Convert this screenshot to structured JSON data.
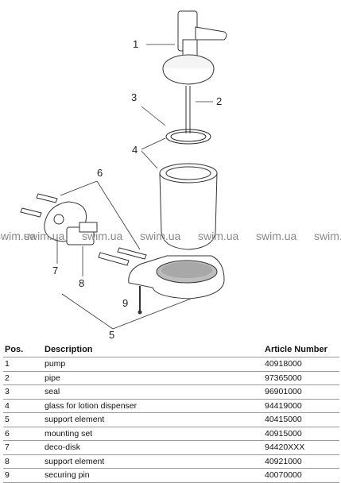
{
  "callouts": {
    "c1": "1",
    "c2": "2",
    "c3": "3",
    "c4": "4",
    "c5": "5",
    "c6": "6",
    "c7": "7",
    "c8": "8",
    "c9": "9"
  },
  "watermark": "swim.ua",
  "table": {
    "headers": {
      "pos": "Pos.",
      "description": "Description",
      "article": "Article Number"
    },
    "rows": [
      {
        "pos": "1",
        "description": "pump",
        "article": "40918000"
      },
      {
        "pos": "2",
        "description": "pipe",
        "article": "97365000"
      },
      {
        "pos": "3",
        "description": "seal",
        "article": "96901000"
      },
      {
        "pos": "4",
        "description": "glass for lotion dispenser",
        "article": "94419000"
      },
      {
        "pos": "5",
        "description": "support element",
        "article": "40415000"
      },
      {
        "pos": "6",
        "description": "mounting set",
        "article": "40915000"
      },
      {
        "pos": "7",
        "description": "deco-disk",
        "article": "94420XXX"
      },
      {
        "pos": "8",
        "description": "support element",
        "article": "40921000"
      },
      {
        "pos": "9",
        "description": "securing pin",
        "article": "40070000"
      }
    ]
  }
}
